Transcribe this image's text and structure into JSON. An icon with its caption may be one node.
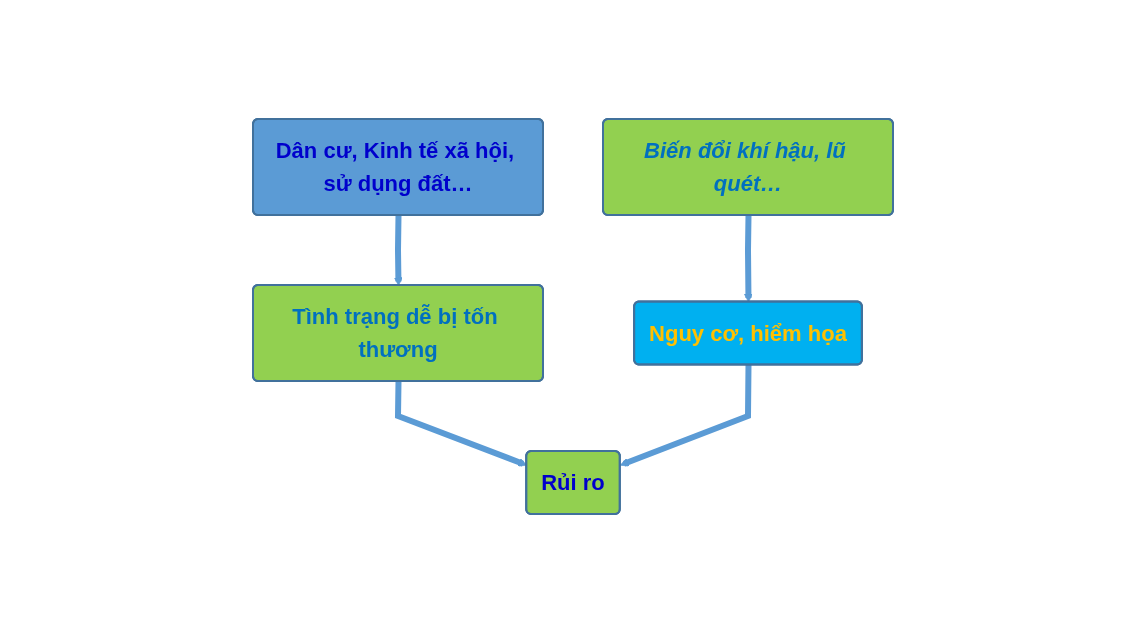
{
  "diagram": {
    "nodes": [
      {
        "text": [
          "Biến đổi khí hậu, lũ quét…"
        ]
      },
      {
        "text": [
          "Dân cư, Kinh tế xã hội, sử dụng đất…"
        ]
      },
      {
        "text": [
          "Tình trạng dễ bị tốn thương"
        ]
      },
      {
        "text": [
          "Nguy cơ, hiểm họa"
        ]
      },
      {
        "text": [
          "Rủi ro"
        ]
      }
    ],
    "edges": [
      {
        "from": 1,
        "to": 2,
        "arrow": "to"
      },
      {
        "from": 0,
        "to": 3,
        "arrow": "to"
      },
      {
        "from": 2,
        "to": 4,
        "arrow": "to"
      },
      {
        "from": 3,
        "to": 4,
        "arrow": "to"
      }
    ]
  }
}
